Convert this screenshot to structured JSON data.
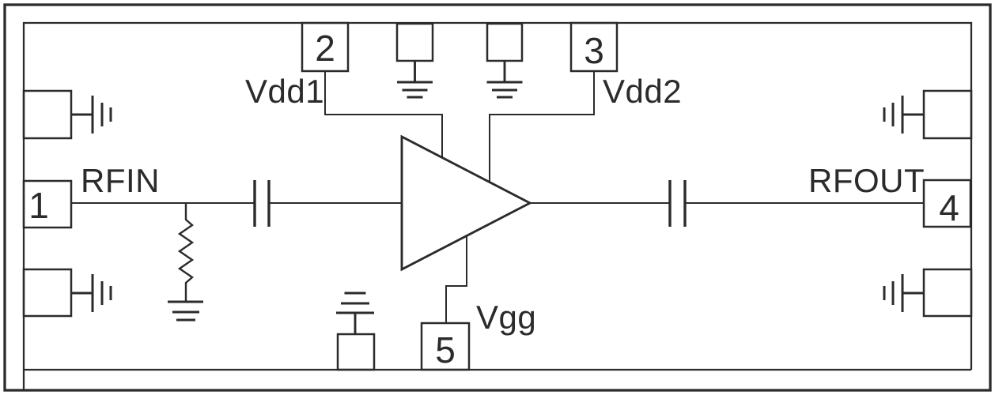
{
  "colors": {
    "line": "#2b2b2b",
    "background": "#ffffff"
  },
  "pins": [
    {
      "number": "1",
      "label": "RFIN"
    },
    {
      "number": "2",
      "label": "Vdd1"
    },
    {
      "number": "3",
      "label": "Vdd2"
    },
    {
      "number": "4",
      "label": "RFOUT"
    },
    {
      "number": "5",
      "label": "Vgg"
    }
  ]
}
